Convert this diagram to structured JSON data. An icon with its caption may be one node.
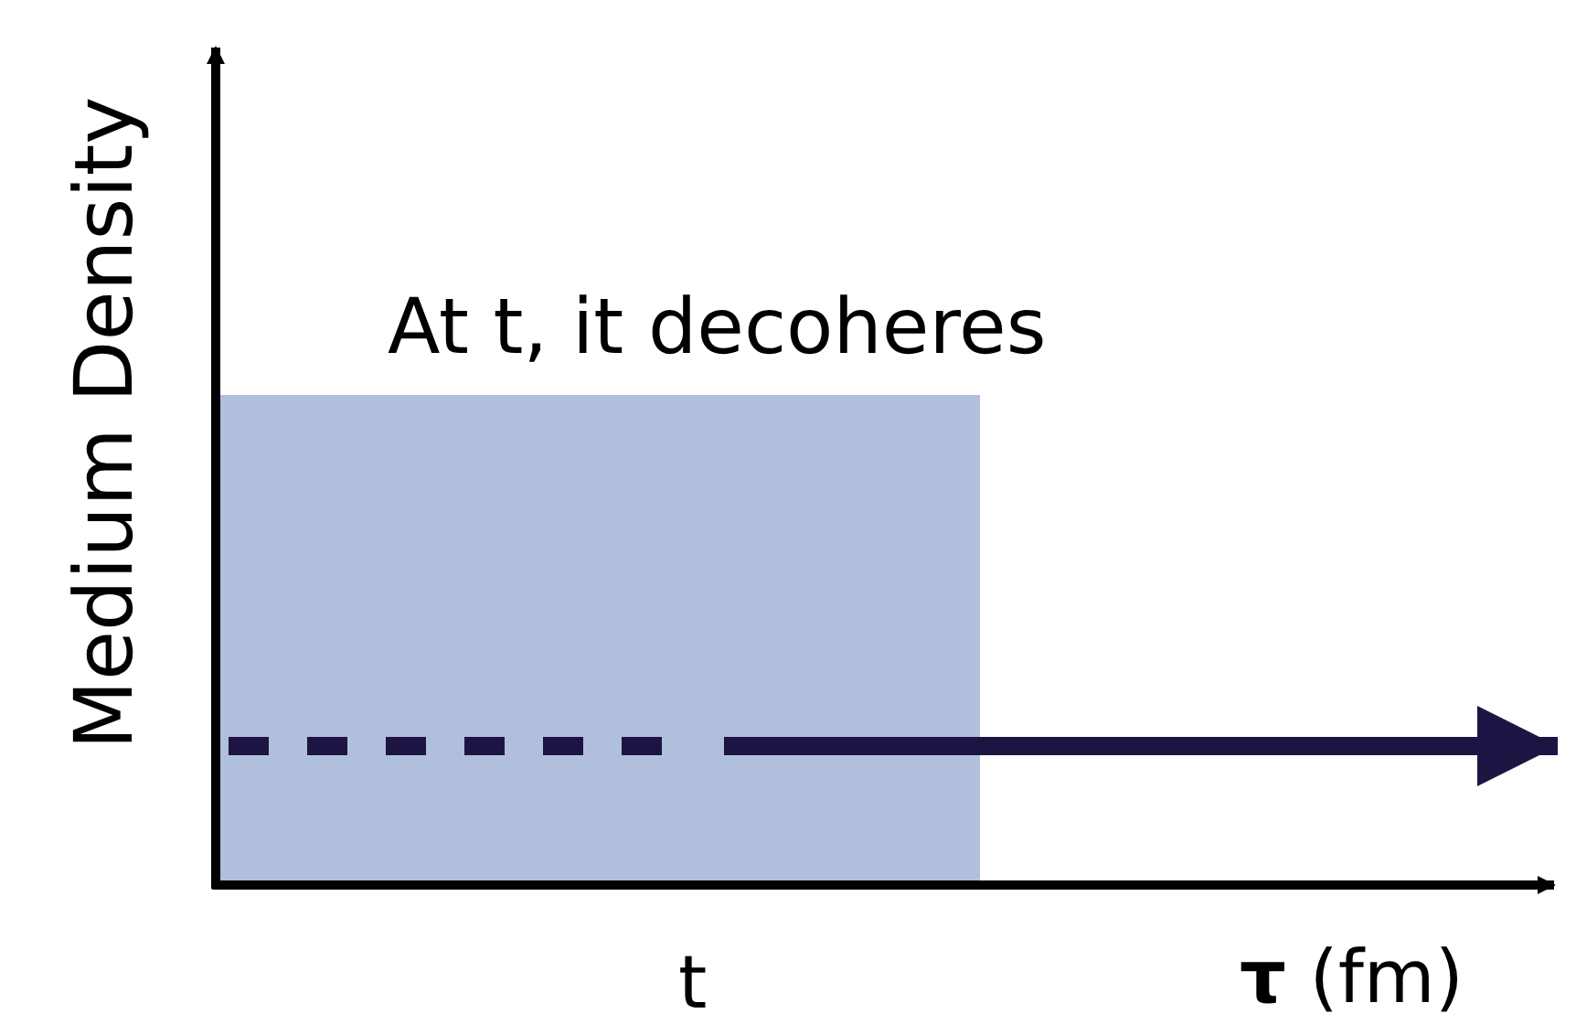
{
  "diagram": {
    "labels": [
      "Medium Density",
      "At t, it decoheres",
      "t",
      "**τ** (fm)"
    ]
  }
}
